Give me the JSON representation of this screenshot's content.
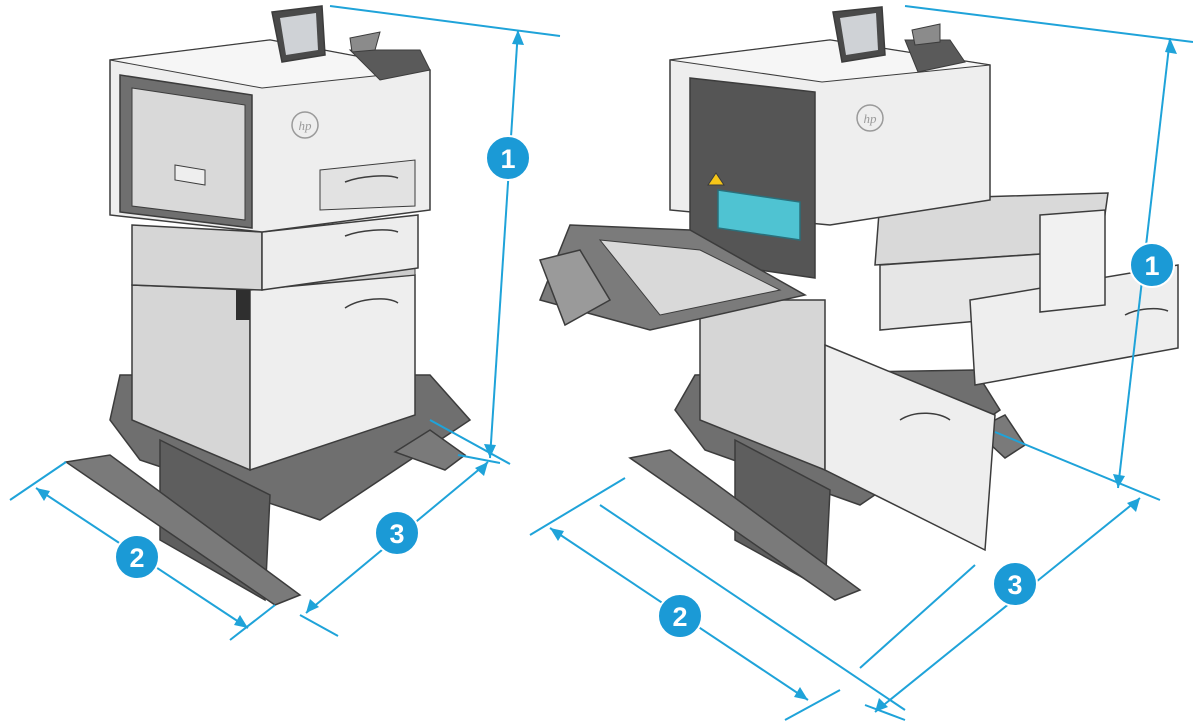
{
  "colors": {
    "dimension_line": "#1fa3d9",
    "callout_fill": "#1b9ad6",
    "callout_text": "#ffffff",
    "body_light": "#efefef",
    "body_mid": "#d4d4d4",
    "body_dark": "#6f6f6f",
    "outline": "#3c3c3c",
    "duplexer_teal": "#4fc3d2"
  },
  "icons": [
    "hp-logo",
    "control-panel-screen",
    "warning-triangle-icon"
  ],
  "left_printer": {
    "brand": "hp",
    "callouts": {
      "height": "1",
      "width": "2",
      "depth": "3"
    }
  },
  "right_printer": {
    "brand": "hp",
    "callouts": {
      "height": "1",
      "width": "2",
      "depth": "3"
    }
  }
}
